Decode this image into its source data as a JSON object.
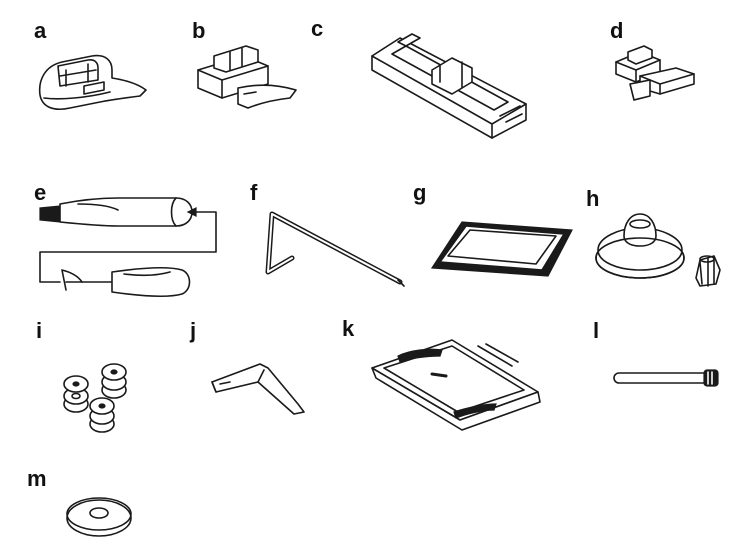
{
  "labels": {
    "a": "a",
    "b": "b",
    "c": "c",
    "d": "d",
    "e": "e",
    "f": "f",
    "g": "g",
    "h": "h",
    "i": "i",
    "j": "j",
    "k": "k",
    "l": "l",
    "m": "m"
  },
  "colors": {
    "line": "#1a1a1a",
    "background": "#ffffff"
  }
}
